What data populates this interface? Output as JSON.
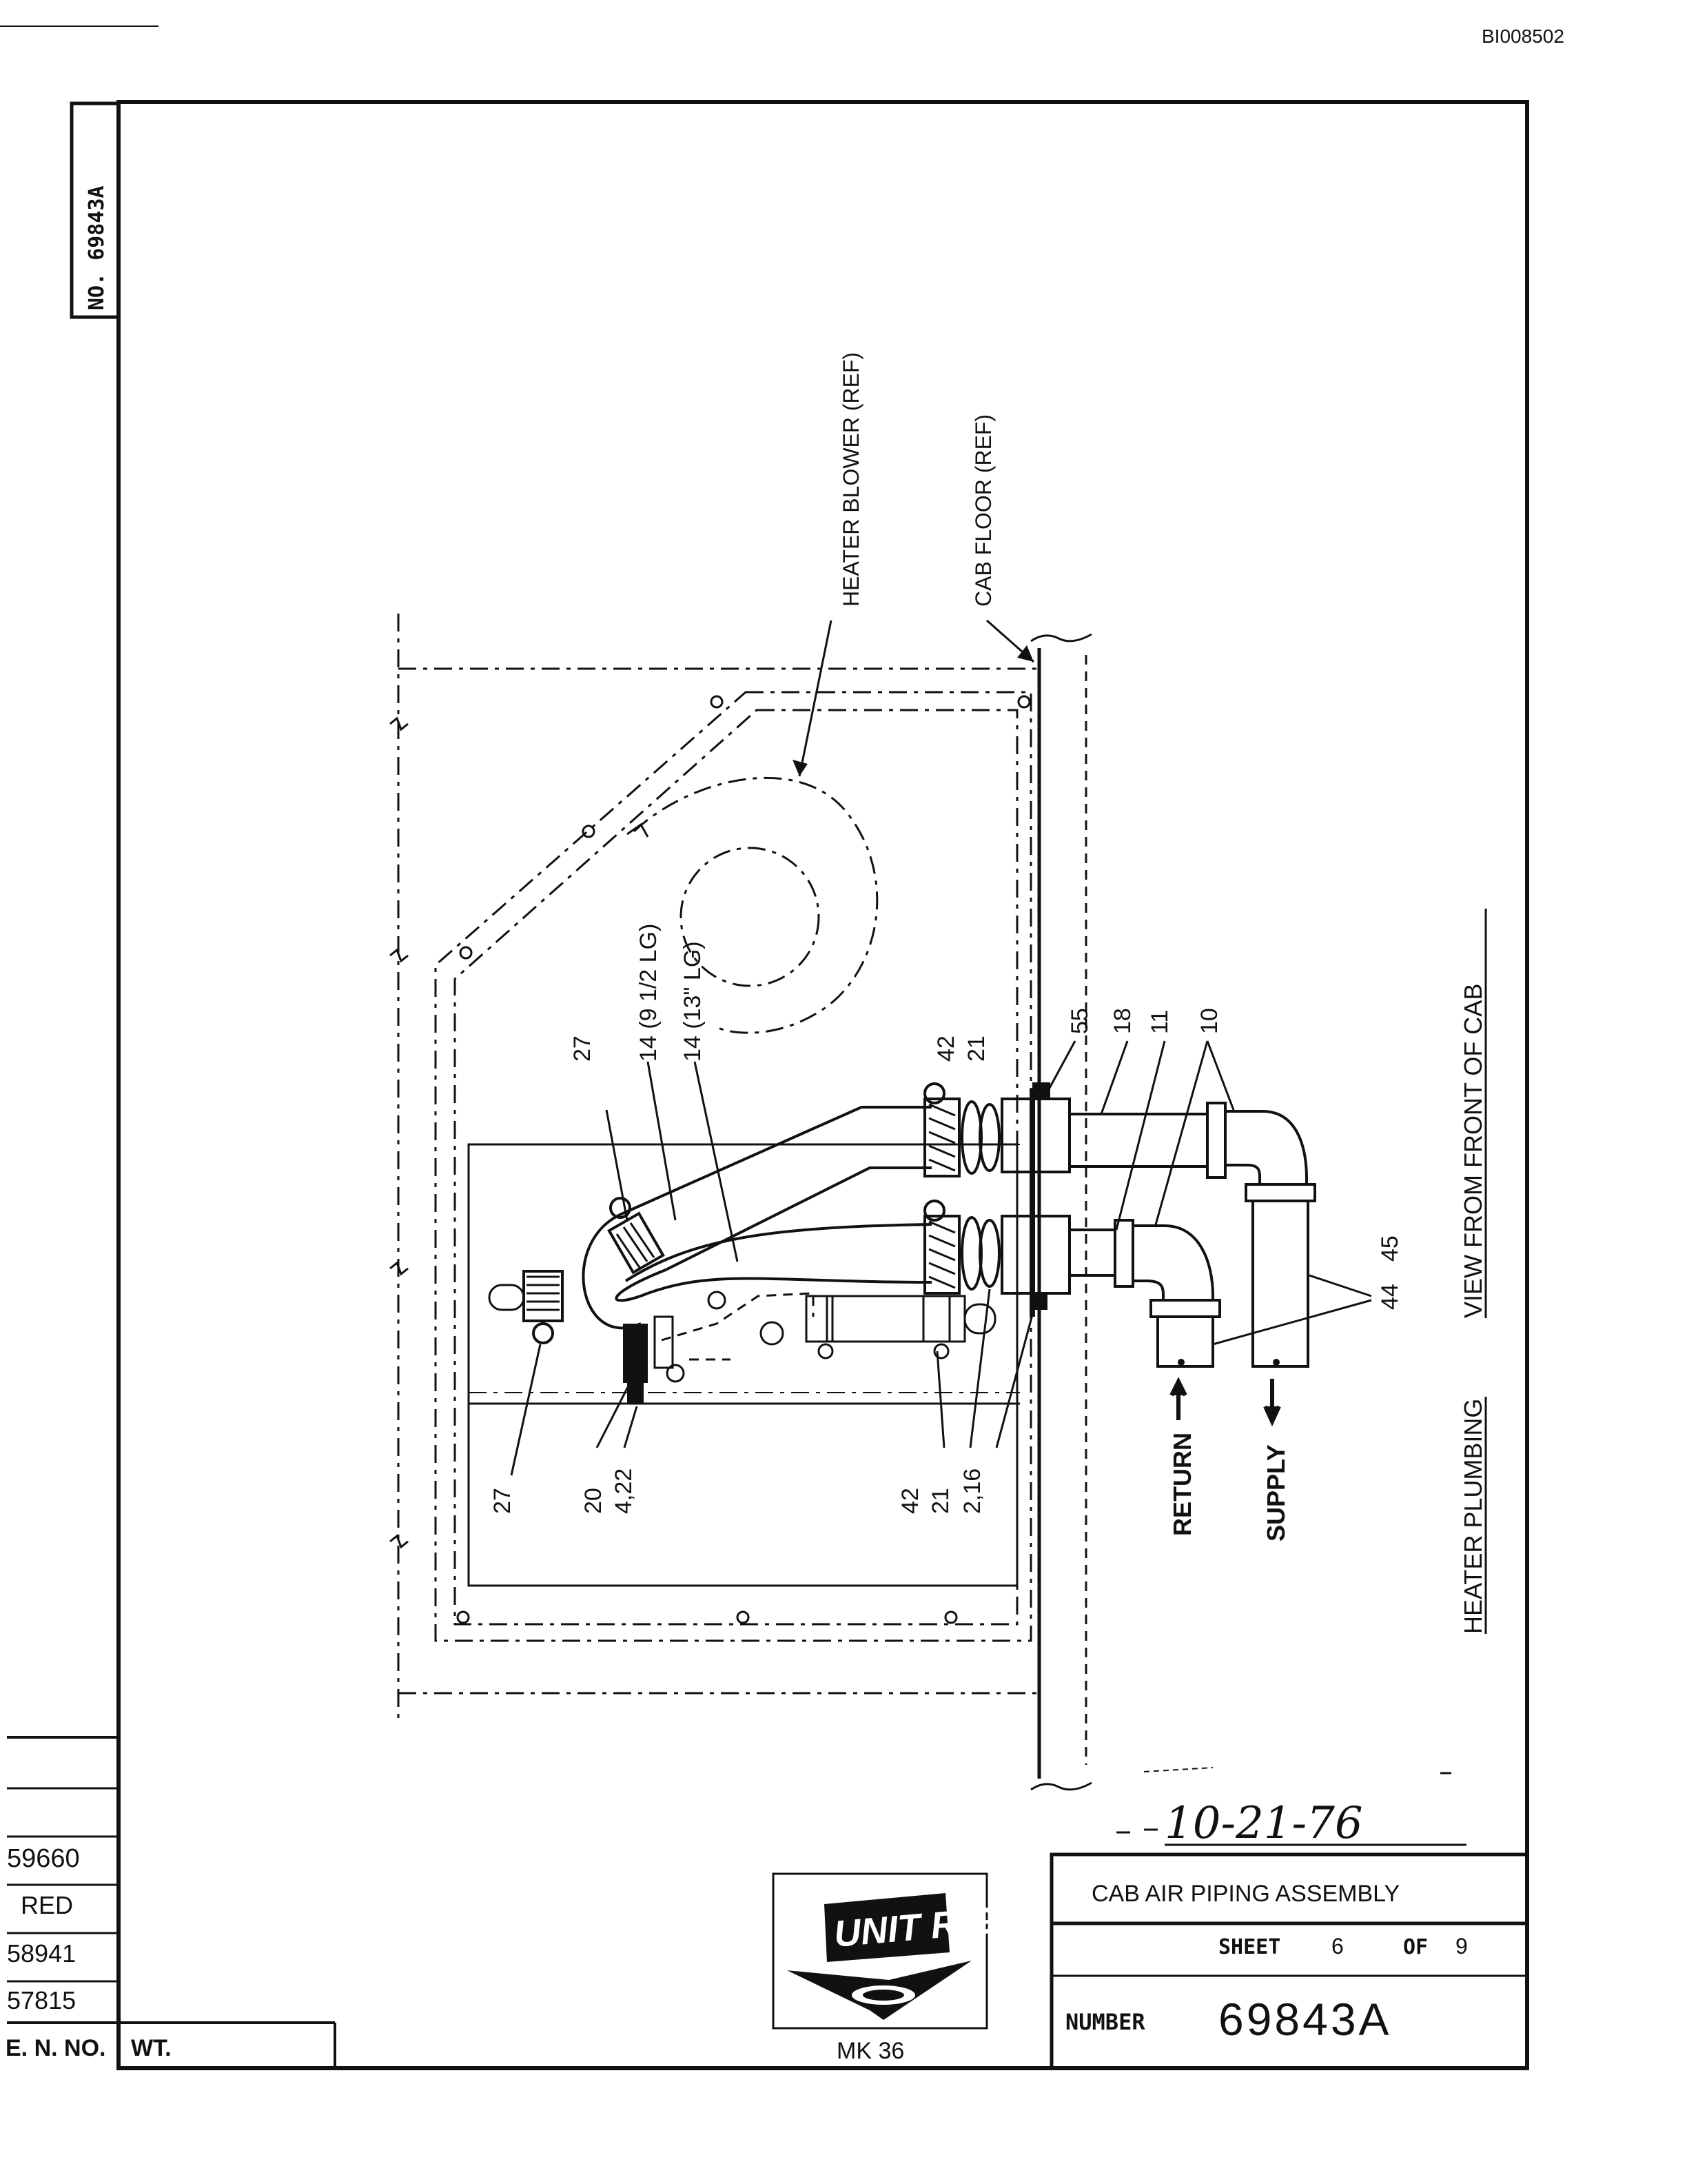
{
  "doc_id": "BI008502",
  "drawing_number_vertical": "NO. 69843A",
  "title_block": {
    "title": "CAB AIR PIPING ASSEMBLY",
    "sheet_label": "SHEET",
    "sheet_num": "6",
    "of_label": "OF",
    "sheet_total": "9",
    "number_label": "NUMBER",
    "number": "69843A",
    "logo_text": "UNIT RIG",
    "model": "MK 36"
  },
  "left_strip": {
    "rows": [
      "59660",
      "RED",
      "58941",
      "57815"
    ],
    "footer_en": "E. N. NO.",
    "footer_wt": "WT."
  },
  "handwritten_date": "10-21-76",
  "view_title": {
    "left": "HEATER PLUMBING",
    "right": "VIEW FROM FRONT OF CAB"
  },
  "callouts": {
    "heater_blower": "HEATER BLOWER (REF)",
    "cab_floor": "CAB FLOOR (REF)",
    "hose_a": "14 (9 1/2 LG)",
    "hose_b": "14 (13\" LG)",
    "c27_top": "27",
    "c27_bottom": "27",
    "c20": "20",
    "c4_22": "4,22",
    "c42_top": "42",
    "c21_top": "21",
    "c55": "55",
    "c18": "18",
    "c11": "11",
    "c10": "10",
    "c42_bot": "42",
    "c21_bot": "21",
    "c2_16": "2,16",
    "c44": "44",
    "c45": "45",
    "return": "RETURN",
    "supply": "SUPPLY"
  }
}
